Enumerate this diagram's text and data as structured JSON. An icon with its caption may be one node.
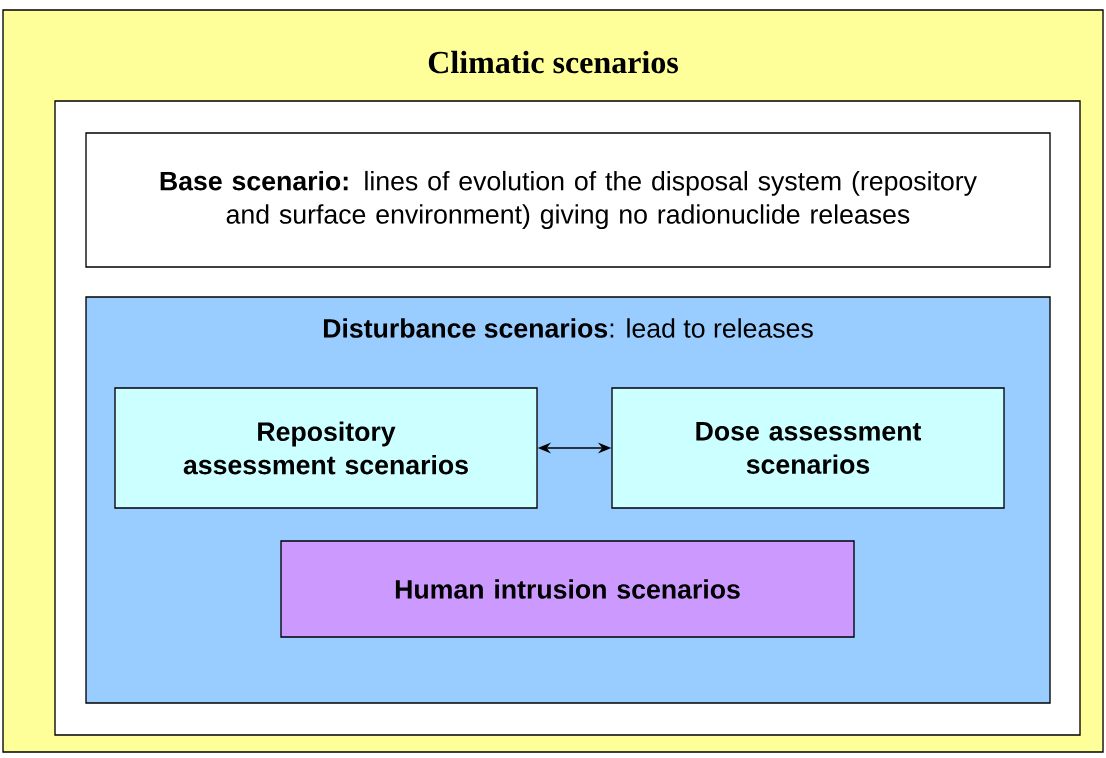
{
  "diagram": {
    "nodes": [
      {
        "text": [
          "Climatic scenarios"
        ]
      },
      {
        "text": [],
        "shape": "box",
        "in": 0
      },
      {
        "text": [
          "**Base scenario:** lines of evolution of the disposal system (repository and surface environment) giving no radionuclide releases"
        ],
        "in": 1
      },
      {
        "text": [
          "**Disturbance scenarios**: lead to releases"
        ],
        "in": 1
      },
      {
        "text": [
          "Repository assessment scenarios"
        ],
        "in": 3
      },
      {
        "text": [
          "Dose assessment scenarios"
        ],
        "in": 3
      },
      {
        "text": [
          "Human intrusion scenarios"
        ],
        "in": 3
      }
    ],
    "edges": [
      {
        "from": 4,
        "to": 5,
        "arrow": "both"
      }
    ]
  }
}
